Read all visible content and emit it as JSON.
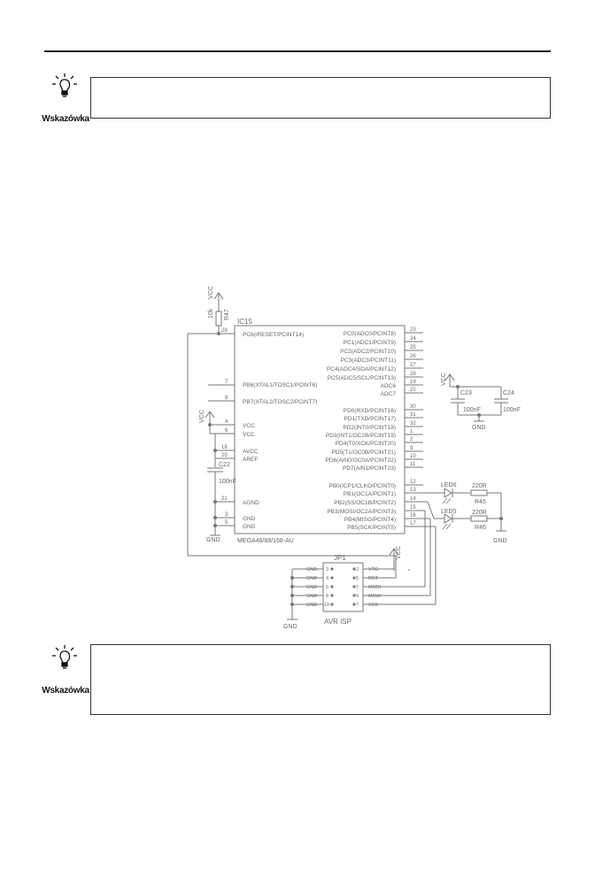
{
  "note_label": "Wskazówka",
  "schematic": {
    "vcc": "VCC",
    "gnd": "GND",
    "r47_name": "R47",
    "r47_value": "10k",
    "ic_name": "IC15",
    "ic_part": "MEGA48/88/168-AU",
    "left_pins": [
      {
        "num": "29",
        "name": "PC6(/RESET/PCINT14)"
      },
      {
        "num": "7",
        "name": "PB6(XTAL1/TOSC1/PCINT6)"
      },
      {
        "num": "8",
        "name": "PB7(XTAL2/TOSC2/PCINT7)"
      },
      {
        "num": "4",
        "name": "VCC"
      },
      {
        "num": "6",
        "name": "VCC"
      },
      {
        "num": "18",
        "name": "AVCC"
      },
      {
        "num": "20",
        "name": "AREF"
      },
      {
        "num": "21",
        "name": "AGND"
      },
      {
        "num": "3",
        "name": "GND"
      },
      {
        "num": "5",
        "name": "GND"
      }
    ],
    "right_pins": [
      {
        "num": "23",
        "name": "PC0(ADC0/PCINT8)"
      },
      {
        "num": "24",
        "name": "PC1(ADC1/PCINT9)"
      },
      {
        "num": "25",
        "name": "PC2(ADC2/PCINT10)"
      },
      {
        "num": "26",
        "name": "PC3(ADC3/PCINT11)"
      },
      {
        "num": "27",
        "name": "PC4(ADC4/SDA/PCINT12)"
      },
      {
        "num": "28",
        "name": "PC5(ADC5/SCL/PCINT13)"
      },
      {
        "num": "19",
        "name": "ADC6"
      },
      {
        "num": "22",
        "name": "ADC7"
      },
      {
        "num": "30",
        "name": "PD0(RXD/PCINT16)"
      },
      {
        "num": "31",
        "name": "PD1(TXD/PCINT17)"
      },
      {
        "num": "32",
        "name": "PD2(INT0/PCINT18)"
      },
      {
        "num": "1",
        "name": "PD3(INT1/OC2B/PCINT19)"
      },
      {
        "num": "2",
        "name": "PD4(T0/XCK/PCINT20)"
      },
      {
        "num": "9",
        "name": "PD5(T1/OC0B/PCINT21)"
      },
      {
        "num": "10",
        "name": "PD6(AIN0/OC0A/PCINT22)"
      },
      {
        "num": "11",
        "name": "PD7(AIN1/PCINT23)"
      },
      {
        "num": "12",
        "name": "PB0(ICP1/CLKO/PCINT0)"
      },
      {
        "num": "13",
        "name": "PB1(OC1A/PCINT1)"
      },
      {
        "num": "14",
        "name": "PB2(SS/OC1B/PCINT2)"
      },
      {
        "num": "15",
        "name": "PB3(MOSI/OC2A/PCINT3)"
      },
      {
        "num": "16",
        "name": "PB4(MISO/PCINT4)"
      },
      {
        "num": "17",
        "name": "PB5(SCK/PCINT5)"
      }
    ],
    "c22_name": "C22",
    "c22_value": "100nF",
    "c23_name": "C23",
    "c23_value": "100nF",
    "c24_name": "C24",
    "c24_value": "100nF",
    "led6": "LED6",
    "led5": "LED5",
    "r45_name": "R45",
    "r45_value": "220R",
    "r46_name": "R46",
    "r46_value": "220R",
    "jp_name": "JP1",
    "jp_caption": "AVR ISP",
    "jp_left": [
      {
        "label": "GND",
        "num": "3"
      },
      {
        "label": "GND",
        "num": "4"
      },
      {
        "label": "GND",
        "num": "6"
      },
      {
        "label": "GND",
        "num": "8"
      },
      {
        "label": "GND",
        "num": "10"
      }
    ],
    "jp_right": [
      {
        "label": "VTG",
        "num": "2"
      },
      {
        "label": "RST",
        "num": "5"
      },
      {
        "label": "MOSI",
        "num": "1"
      },
      {
        "label": "MISO",
        "num": "9"
      },
      {
        "label": "SCK",
        "num": "7"
      }
    ]
  }
}
